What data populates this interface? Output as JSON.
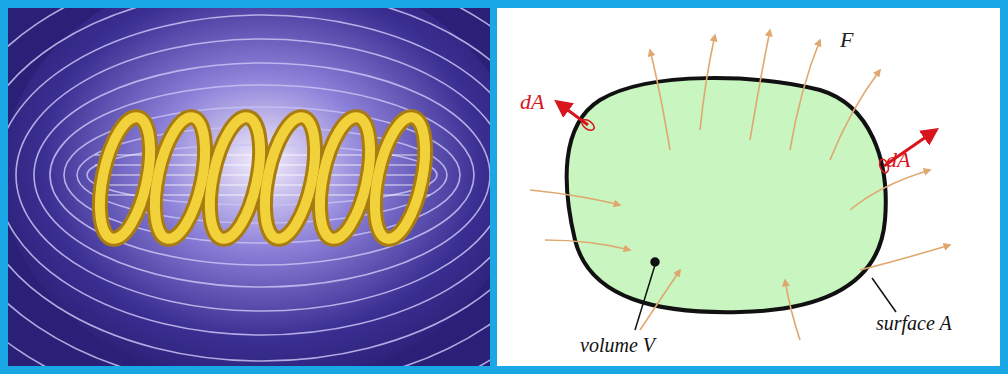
{
  "diagram": {
    "labels": [
      "dA⃗",
      "F⃗",
      "dA⃗",
      "volume V",
      "surface A"
    ]
  }
}
